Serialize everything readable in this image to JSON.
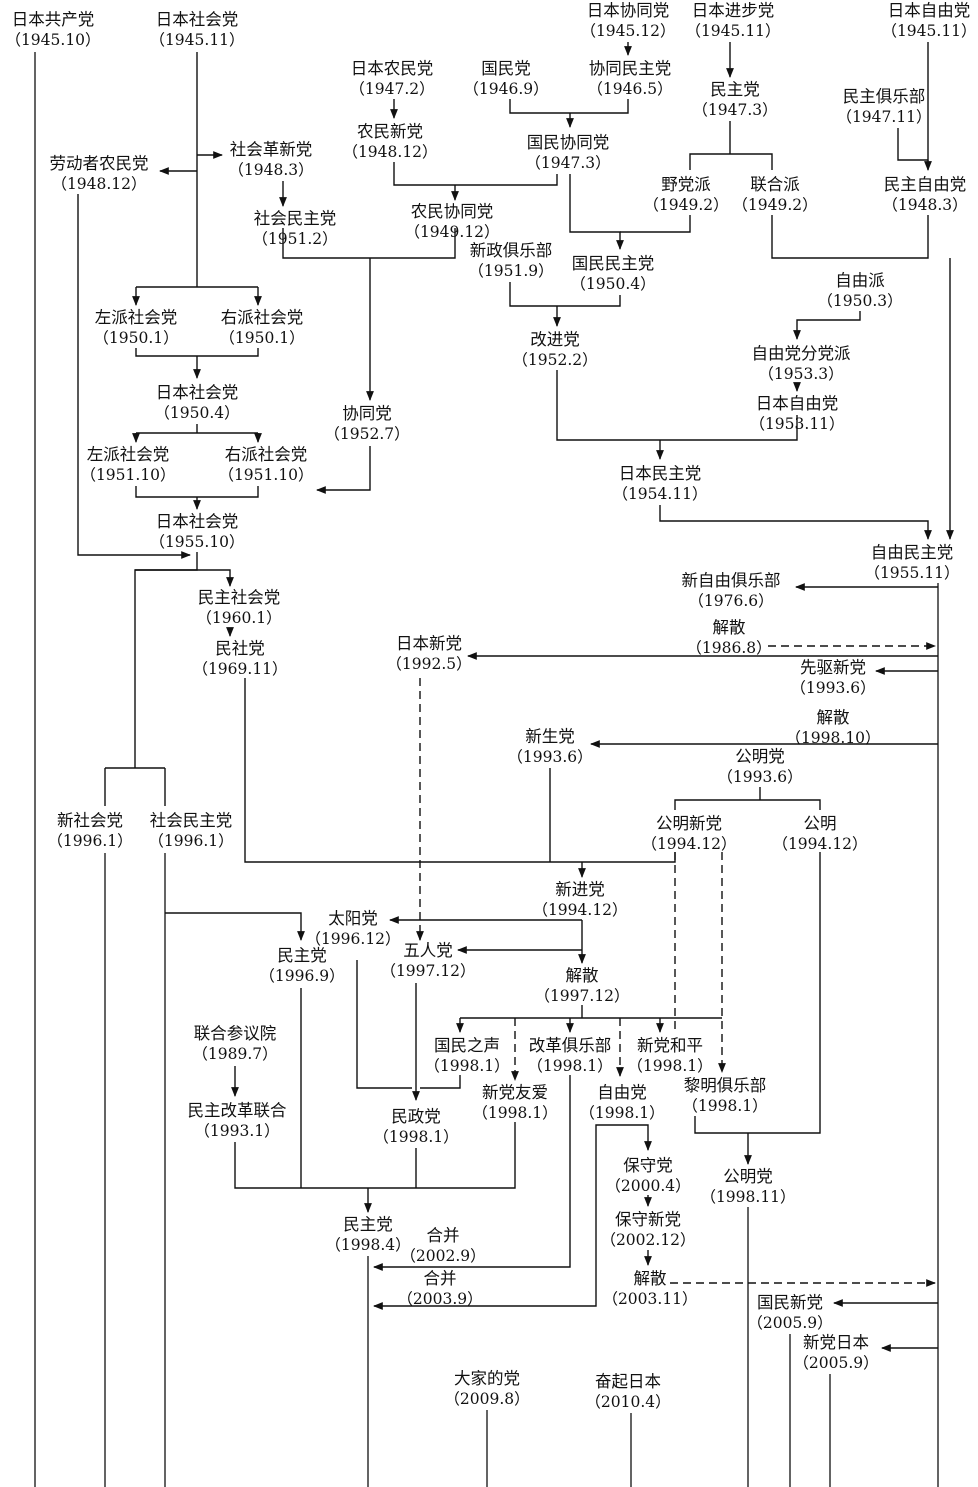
{
  "parties": [
    {
      "id": "jcp",
      "name": "日本共产党",
      "date": "（1945.10）"
    },
    {
      "id": "jsp45",
      "name": "日本社会党",
      "date": "（1945.11）"
    },
    {
      "id": "kyodo",
      "name": "日本协同党",
      "date": "（1945.12）"
    },
    {
      "id": "shimpo",
      "name": "日本进步党",
      "date": "（1945.11）"
    },
    {
      "id": "jiyu45",
      "name": "日本自由党",
      "date": "（1945.11）"
    },
    {
      "id": "nomin",
      "name": "日本农民党",
      "date": "（1947.2）"
    },
    {
      "id": "kokumin46",
      "name": "国民党",
      "date": "（1946.9）"
    },
    {
      "id": "kyodominshu",
      "name": "协同民主党",
      "date": "（1946.5）"
    },
    {
      "id": "minshu47",
      "name": "民主党",
      "date": "（1947.3）"
    },
    {
      "id": "minshukurabu",
      "name": "民主俱乐部",
      "date": "（1947.11）"
    },
    {
      "id": "nominshin",
      "name": "农民新党",
      "date": "（1948.12）"
    },
    {
      "id": "kokuminkyodo",
      "name": "国民协同党",
      "date": "（1947.3）"
    },
    {
      "id": "rodosha",
      "name": "劳动者农民党",
      "date": "（1948.12）"
    },
    {
      "id": "shakaikakushin",
      "name": "社会革新党",
      "date": "（1948.3）"
    },
    {
      "id": "yato",
      "name": "野党派",
      "date": "（1949.2）"
    },
    {
      "id": "rengo",
      "name": "联合派",
      "date": "（1949.2）"
    },
    {
      "id": "minshujiyu",
      "name": "民主自由党",
      "date": "（1948.3）"
    },
    {
      "id": "nominkyodo",
      "name": "农民协同党",
      "date": "（1949.12）"
    },
    {
      "id": "shakaiminshu51",
      "name": "社会民主党",
      "date": "（1951.2）"
    },
    {
      "id": "shinsei",
      "name": "新政俱乐部",
      "date": "（1951.9）"
    },
    {
      "id": "kokuminminshu",
      "name": "国民民主党",
      "date": "（1950.4）"
    },
    {
      "id": "jiyuha",
      "name": "自由派",
      "date": "（1950.3）"
    },
    {
      "id": "left50",
      "name": "左派社会党",
      "date": "（1950.1）"
    },
    {
      "id": "right50",
      "name": "右派社会党",
      "date": "（1950.1）"
    },
    {
      "id": "kaishin",
      "name": "改进党",
      "date": "（1952.2）"
    },
    {
      "id": "bunto",
      "name": "自由党分党派",
      "date": "（1953.3）"
    },
    {
      "id": "jsp50",
      "name": "日本社会党",
      "date": "（1950.4）"
    },
    {
      "id": "jiyu53",
      "name": "日本自由党",
      "date": "（1953.11）"
    },
    {
      "id": "kyodoto",
      "name": "协同党",
      "date": "（1952.7）"
    },
    {
      "id": "left51",
      "name": "左派社会党",
      "date": "（1951.10）"
    },
    {
      "id": "right51",
      "name": "右派社会党",
      "date": "（1951.10）"
    },
    {
      "id": "jdp54",
      "name": "日本民主党",
      "date": "（1954.11）"
    },
    {
      "id": "jsp55",
      "name": "日本社会党",
      "date": "（1955.10）"
    },
    {
      "id": "ldp",
      "name": "自由民主党",
      "date": "（1955.11）"
    },
    {
      "id": "nlc",
      "name": "新自由俱乐部",
      "date": "（1976.6）"
    },
    {
      "id": "dsp60",
      "name": "民主社会党",
      "date": "（1960.1）"
    },
    {
      "id": "kaisan86",
      "name": "解散",
      "date": "（1986.8）"
    },
    {
      "id": "jnp",
      "name": "日本新党",
      "date": "（1992.5）"
    },
    {
      "id": "minsha",
      "name": "民社党",
      "date": "（1969.11）"
    },
    {
      "id": "sakigake",
      "name": "先驱新党",
      "date": "（1993.6）"
    },
    {
      "id": "kaisan98",
      "name": "解散",
      "date": "（1998.10）"
    },
    {
      "id": "shinsei93",
      "name": "新生党",
      "date": "（1993.6）"
    },
    {
      "id": "komei93",
      "name": "公明党",
      "date": "（1993.6）"
    },
    {
      "id": "shinshakai",
      "name": "新社会党",
      "date": "（1996.1）"
    },
    {
      "id": "sdp96",
      "name": "社会民主党",
      "date": "（1996.1）"
    },
    {
      "id": "komeishin",
      "name": "公明新党",
      "date": "（1994.12）"
    },
    {
      "id": "komei94",
      "name": "公明",
      "date": "（1994.12）"
    },
    {
      "id": "shinshin",
      "name": "新进党",
      "date": "（1994.12）"
    },
    {
      "id": "taiyo",
      "name": "太阳党",
      "date": "（1996.12）"
    },
    {
      "id": "minshu96",
      "name": "民主党",
      "date": "（1996.9）"
    },
    {
      "id": "gonin",
      "name": "五人党",
      "date": "（1997.12）"
    },
    {
      "id": "kaisan97",
      "name": "解散",
      "date": "（1997.12）"
    },
    {
      "id": "sangiin",
      "name": "联合参议院",
      "date": "（1989.7）"
    },
    {
      "id": "kokuminnokoe",
      "name": "国民之声",
      "date": "（1998.1）"
    },
    {
      "id": "kaikaku",
      "name": "改革俱乐部",
      "date": "（1998.1）"
    },
    {
      "id": "shintoheiwa",
      "name": "新党和平",
      "date": "（1998.1）"
    },
    {
      "id": "shintoyuai",
      "name": "新党友爱",
      "date": "（1998.1）"
    },
    {
      "id": "jiyu98",
      "name": "自由党",
      "date": "（1998.1）"
    },
    {
      "id": "reimei",
      "name": "黎明俱乐部",
      "date": "（1998.1）"
    },
    {
      "id": "minkai",
      "name": "民主改革联合",
      "date": "（1993.1）"
    },
    {
      "id": "minsei",
      "name": "民政党",
      "date": "（1998.1）"
    },
    {
      "id": "hoshu",
      "name": "保守党",
      "date": "（2000.4）"
    },
    {
      "id": "komei98",
      "name": "公明党",
      "date": "（1998.11）"
    },
    {
      "id": "hoshushin",
      "name": "保守新党",
      "date": "（2002.12）"
    },
    {
      "id": "minshu98",
      "name": "民主党",
      "date": "（1998.4）"
    },
    {
      "id": "gappei02",
      "name": "合并",
      "date": "（2002.9）"
    },
    {
      "id": "gappei03",
      "name": "合并",
      "date": "（2003.9）"
    },
    {
      "id": "kaisan03",
      "name": "解散",
      "date": "（2003.11）"
    },
    {
      "id": "kokuminshin",
      "name": "国民新党",
      "date": "（2005.9）"
    },
    {
      "id": "nippon",
      "name": "新党日本",
      "date": "（2005.9）"
    },
    {
      "id": "minna",
      "name": "大家的党",
      "date": "（2009.8）"
    },
    {
      "id": "tachiagare",
      "name": "奋起日本",
      "date": "（2010.4）"
    }
  ]
}
